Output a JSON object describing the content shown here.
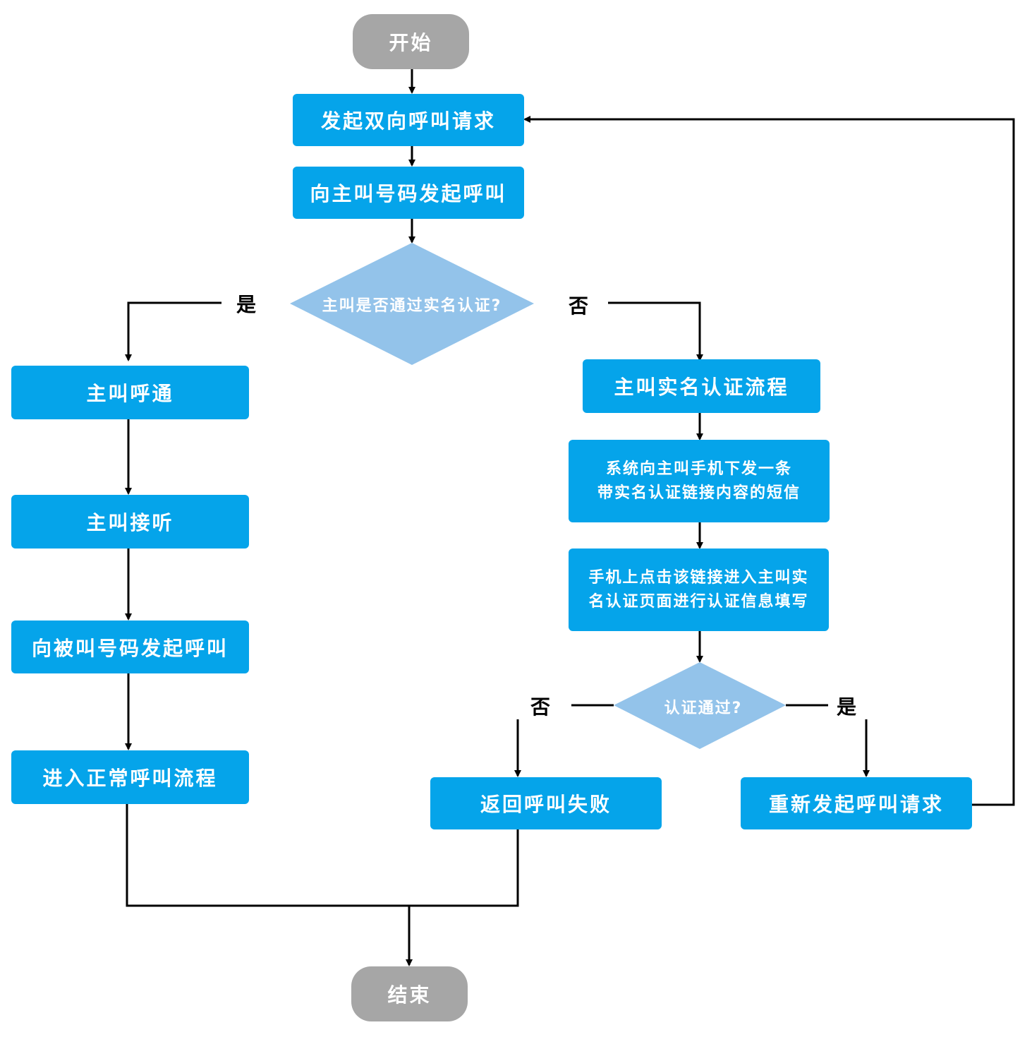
{
  "colors": {
    "process": "#05a4ea",
    "terminal": "#a6a6a6",
    "decision": "#93c3ea",
    "line": "#000000"
  },
  "nodes": {
    "start": "开始",
    "initiate_request": "发起双向呼叫请求",
    "call_caller": "向主叫号码发起呼叫",
    "decision_verified": "主叫是否通过实名认证?",
    "caller_connected": "主叫呼通",
    "caller_answers": "主叫接听",
    "call_callee": "向被叫号码发起呼叫",
    "normal_flow": "进入正常呼叫流程",
    "verification_flow": "主叫实名认证流程",
    "sms_line1": "系统向主叫手机下发一条",
    "sms_line2": "带实名认证链接内容的短信",
    "fill_line1": "手机上点击该链接进入主叫实",
    "fill_line2": "名认证页面进行认证信息填写",
    "decision_passed": "认证通过?",
    "return_failure": "返回呼叫失败",
    "reinitiate": "重新发起呼叫请求",
    "end": "结束"
  },
  "branches": {
    "yes": "是",
    "no": "否"
  }
}
